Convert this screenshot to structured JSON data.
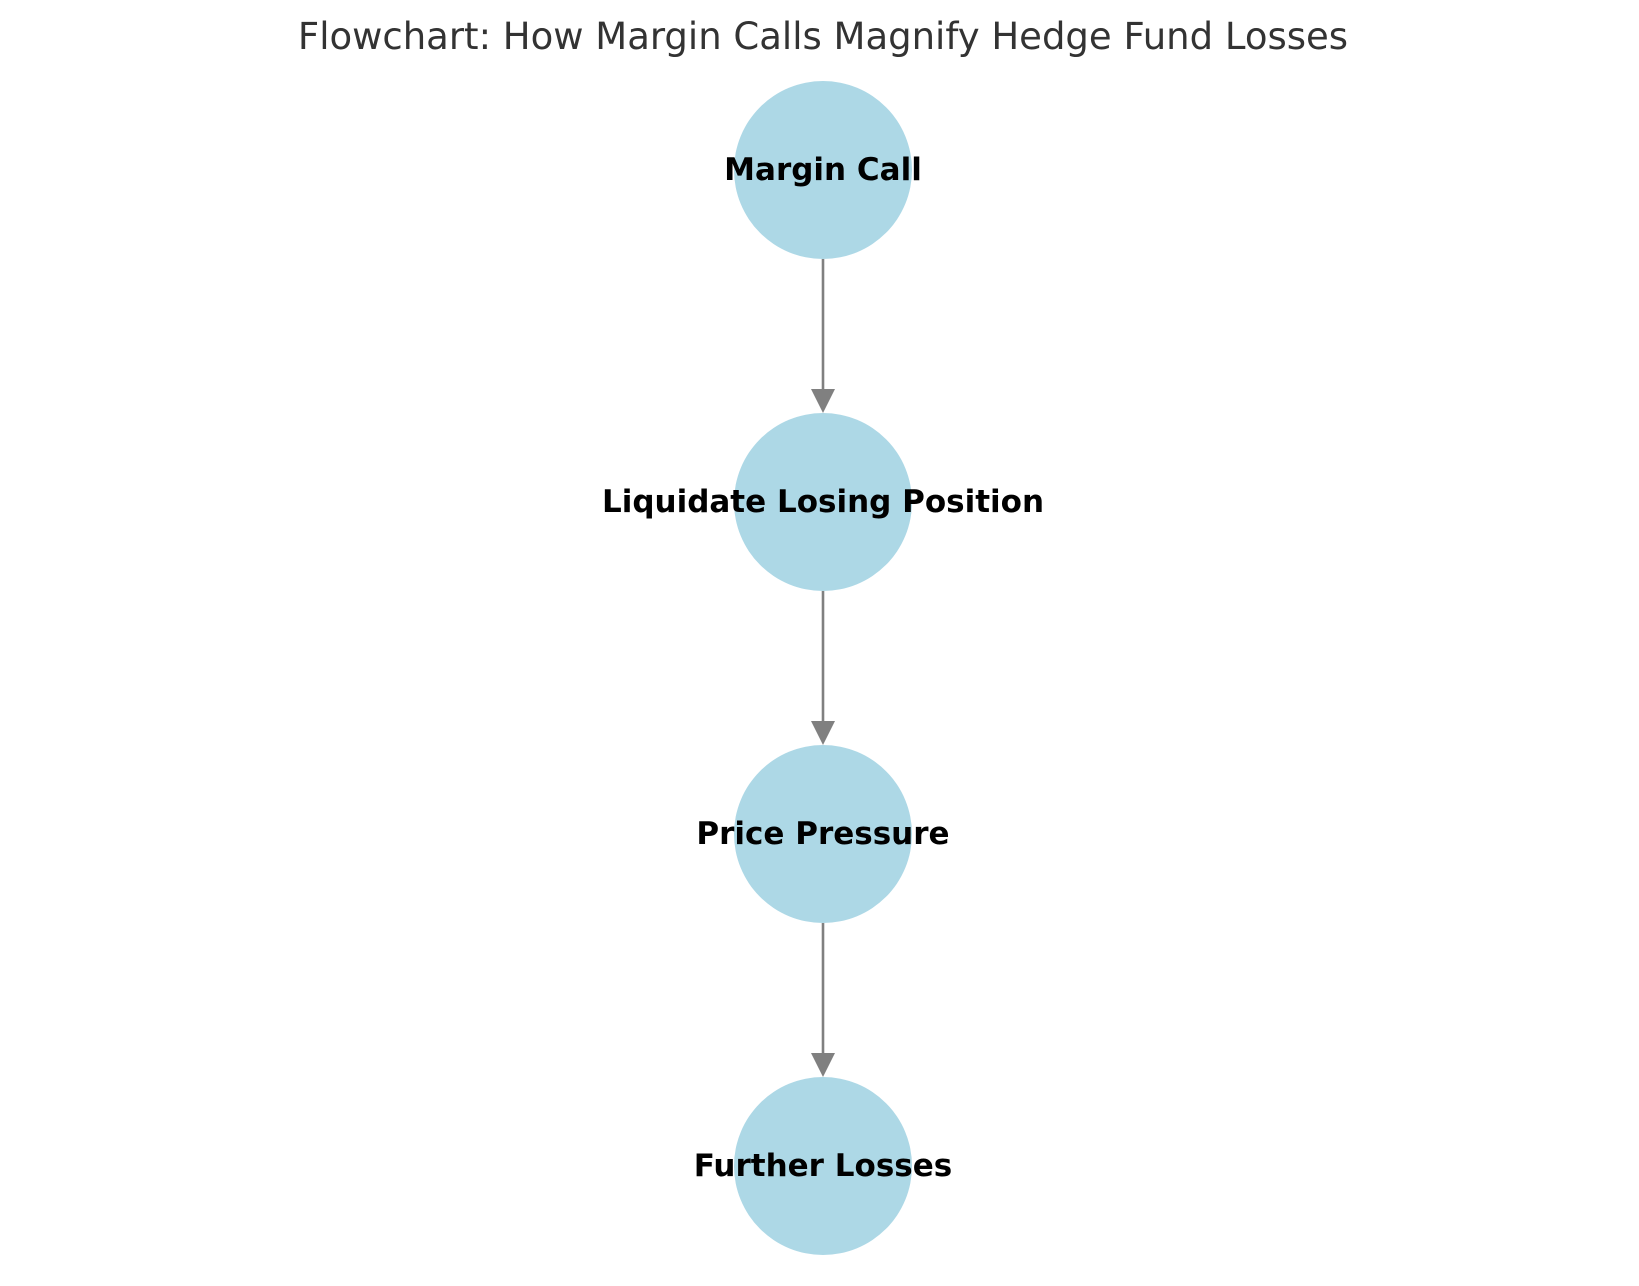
{
  "title": "Flowchart: How Margin Calls Magnify Hedge Fund Losses",
  "colors": {
    "node_fill": "#ADD8E6",
    "edge": "#808080",
    "label": "#000000",
    "title": "#333333",
    "background": "#FFFFFF"
  },
  "nodes": [
    {
      "id": "margin-call",
      "label": "Margin Call"
    },
    {
      "id": "liquidate",
      "label": "Liquidate Losing Position"
    },
    {
      "id": "price-pressure",
      "label": "Price Pressure"
    },
    {
      "id": "further-losses",
      "label": "Further Losses"
    }
  ],
  "edges": [
    {
      "from": "margin-call",
      "to": "liquidate"
    },
    {
      "from": "liquidate",
      "to": "price-pressure"
    },
    {
      "from": "price-pressure",
      "to": "further-losses"
    }
  ]
}
